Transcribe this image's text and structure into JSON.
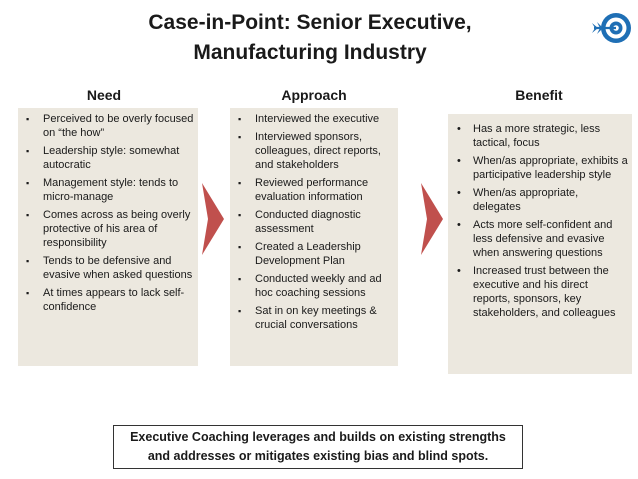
{
  "title": {
    "line1": "Case-in-Point: Senior Executive,",
    "line2": "Manufacturing Industry"
  },
  "columns": {
    "need": {
      "heading": "Need",
      "items": [
        "Perceived to be overly focused on “the how”",
        "Leadership style: somewhat autocratic",
        "Management style: tends to micro-manage",
        "Comes across as being overly protective of his area of responsibility",
        "Tends to be defensive and evasive when asked questions",
        "At times appears to lack self-confidence"
      ]
    },
    "approach": {
      "heading": "Approach",
      "items": [
        "Interviewed the executive",
        "Interviewed sponsors, colleagues, direct reports, and stakeholders",
        "Reviewed performance evaluation information",
        "Conducted diagnostic assessment",
        "Created a Leadership Development Plan",
        "Conducted weekly and ad hoc coaching sessions",
        "Sat in on key meetings & crucial conversations"
      ]
    },
    "benefit": {
      "heading": "Benefit",
      "items": [
        "Has a more strategic, less tactical, focus",
        "When/as appropriate, exhibits a participative leadership style",
        "When/as appropriate, delegates",
        "Acts more self-confident and less defensive and evasive when answering questions",
        "Increased trust between the executive and his direct reports, sponsors, key stakeholders, and colleagues"
      ]
    }
  },
  "bullets": {
    "square": "▪",
    "round": "•"
  },
  "summary": {
    "line1": "Executive Coaching leverages and builds on existing strengths",
    "line2": "and addresses or mitigates existing bias and blind spots."
  },
  "colors": {
    "box_fill": "#ece8df",
    "arrow_fill": "#c0504d",
    "logo_blue": "#1f6fb5"
  },
  "icons": {
    "logo": "target-arrow-icon",
    "arrows": "chevron-right-icon"
  }
}
